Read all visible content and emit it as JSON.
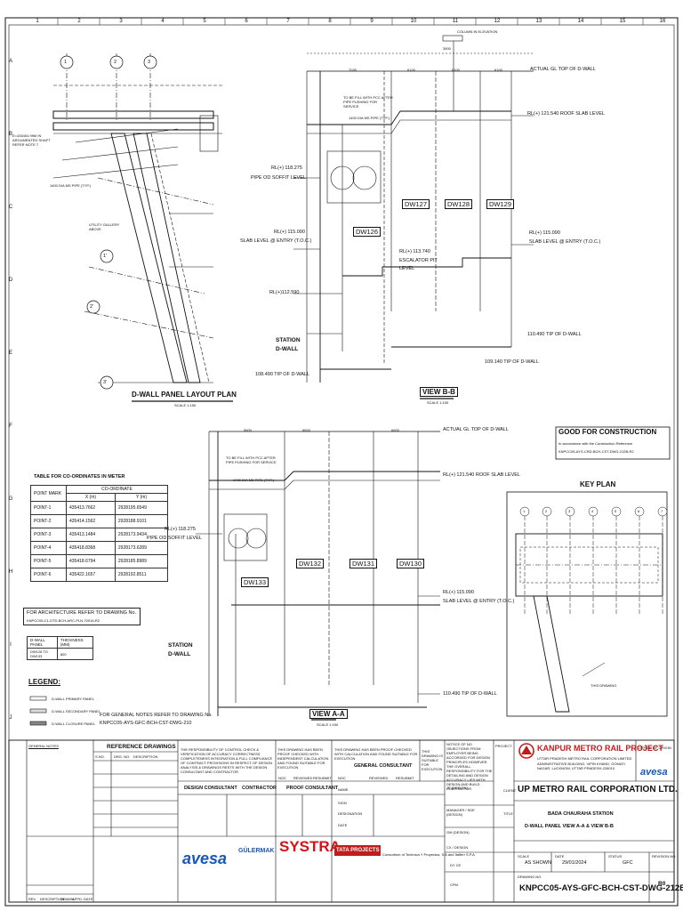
{
  "grid": {
    "columns": [
      "1",
      "2",
      "3",
      "4",
      "5",
      "6",
      "7",
      "8",
      "9",
      "10",
      "11",
      "12",
      "13",
      "14",
      "15",
      "16"
    ],
    "rows": [
      "A",
      "B",
      "C",
      "D",
      "E",
      "F",
      "G",
      "H",
      "I",
      "J"
    ]
  },
  "plan": {
    "title": "D-WALL PANEL LAYOUT PLAN",
    "scale": "SCALE 1:150",
    "grid_bubbles": [
      "1",
      "2",
      "3",
      "1'",
      "2'",
      "3'"
    ],
    "note_left": "E=435404.99M IN ARGUMENTED SHAFT REFER NOTE 7",
    "pipe_note": "1400 DIA MS PIPE (TYP.)",
    "utility_note": "UTILITY GALLERY ABOVE"
  },
  "view_bb": {
    "title": "VIEW B-B",
    "scale": "SCALE 1:150",
    "column_note": "COLUMN IN ELEVATION",
    "actual_gl": "ACTUAL GL TOP OF D-WALL",
    "roof_slab": "RL(+) 121.540 ROOF SLAB LEVEL",
    "pipe_fill_note": "TO BE FILL WITH PCC AFTER PIPE PUSHING FOR SERVICE",
    "pipe_note": "1400 DIA MS PIPE (TYP.)",
    "pipe_od_1": "RL(+) 118.275",
    "pipe_od_2": "PIPE OD SOFFIT LEVEL",
    "slab_left_1": "RL(+) 115.090",
    "slab_left_2": "SLAB LEVEL @ ENTRY (T.O.C.)",
    "slab_right_1": "RL(+) 115.090",
    "slab_right_2": "SLAB LEVEL @ ENTRY (T.O.C.)",
    "escalator_1": "RL(+) 113.740",
    "escalator_2": "ESCALATOR PIT",
    "escalator_3": "LEVEL",
    "rl_112": "RL(+)112.590",
    "station_1": "STATION",
    "station_2": "D-WALL",
    "tip_110": "110.490 TIP OF D-WALL",
    "tip_109": "109.140 TIP OF D-WALL",
    "tip_108": "108.490 TIP OF D-WALL",
    "panels": [
      "DW126",
      "DW127",
      "DW128",
      "DW129"
    ],
    "dims": [
      "7035",
      "6100",
      "6100",
      "6100",
      "3500"
    ]
  },
  "view_aa": {
    "title": "VIEW A-A",
    "scale": "SCALE 1:150",
    "actual_gl": "ACTUAL GL TOP OF D-WALL",
    "roof_slab": "RL(+) 121.540 ROOF SLAB LEVEL",
    "pipe_fill_note": "TO BE FILL WITH PCC AFTER PIPE PUSHING FOR SERVICE",
    "pipe_note": "1400 DIA MS PIPE (TYP.)",
    "pipe_od_1": "RL(+) 118.275",
    "pipe_od_2": "PIPE OD SOFFIT LEVEL",
    "slab_1": "RL(+) 115.090",
    "slab_2": "SLAB LEVEL @ ENTRY (T.O.C.)",
    "station_1": "STATION",
    "station_2": "D-WALL",
    "tip_110": "110.490 TIP OF D-WALL",
    "panels": [
      "DW133",
      "DW132",
      "DW131",
      "DW130"
    ],
    "dims": [
      "5600",
      "6600",
      "6600"
    ]
  },
  "good_for_construction": {
    "title": "GOOD FOR CONSTRUCTION",
    "line1": "In accordance with the Construction Reference",
    "line2": "KNPCC05-AYS-CRD-BCH-CST-DWG-212B-R2"
  },
  "coord_table": {
    "title": "TABLE FOR CO-ORDINATES IN METER",
    "headers": [
      "POINT MARK",
      "CO-ORDINATE",
      "X (m)",
      "Y (m)"
    ],
    "rows": [
      [
        "POINT-1",
        "435413.7662",
        "2928195.6549"
      ],
      [
        "POINT-2",
        "435414.1562",
        "2928188.9101"
      ],
      [
        "POINT-3",
        "435413.1484",
        "2928173.9434"
      ],
      [
        "POINT-4",
        "435418.8368",
        "2928173.6289"
      ],
      [
        "POINT-5",
        "435418.6794",
        "2928185.8989"
      ],
      [
        "POINT-6",
        "435422.1657",
        "2928192.8511"
      ]
    ]
  },
  "arch_ref": {
    "line1": "FOR ARCHITECTURE REFER TO DRAWING No.",
    "line2": "KNPCC05-C1-DTD-BCH-ARC-PLN-70016-R2"
  },
  "thickness_table": {
    "headers": [
      "D-WALL PANEL",
      "THICKNESS (MM)"
    ],
    "row": [
      "DW126 TO DW133",
      "800"
    ]
  },
  "legend": {
    "title": "LEGEND:",
    "items": [
      "D-WALL PRIMARY PANEL",
      "D-WALL SECONDARY PANEL",
      "D-WALL CLOSURE PANEL"
    ]
  },
  "general_notes_ref": {
    "line1": "FOR GENERAL NOTES REFER TO DRAWING No.",
    "line2": "KNPCC05-AYS-GFC-BCH-CST-DWG-210"
  },
  "key_plan": {
    "title": "KEY PLAN",
    "this_drawing": "THIS DRAWING",
    "bubbles": [
      "1",
      "2",
      "3",
      "4",
      "5",
      "6",
      "7"
    ]
  },
  "title_block": {
    "general_notes": "GENERAL NOTES",
    "reference_drawings": "REFERENCE DRAWINGS",
    "ref_cols": [
      "S.NO.",
      "DRG. NO.",
      "DESCRIPTION"
    ],
    "responsibility_text": "THE RESPONSIBILITY OF CONTROL CHECK & VERIFICATION OF ACCURACY CORRECTNESS COMPLETENESS INTEGRATION & FULL COMPLIANCE OF CONTRACT PROVISIONS IN RESPECT OF DESIGN ANALYSIS & DRAWINGS RESTS WITH THE DESIGN CONSULTANT AND CONTRACTOR",
    "proof_text": "THIS DRAWING HAS BEEN PROOF CHECKED WITH INDEPENDENT CALCULATION AND FOUND SUITABLE FOR EXECUTION",
    "gc_text": "THIS DRAWING HAS BEEN PROOF CHECKED WITH CALCULATION AND FOUND SUITABLE FOR EXECUTION",
    "gc_label": "GENERAL CONSULTANT",
    "suitable_text": "THIS DRAWING IS SUITABLE FOR EXECUTION",
    "noc_text": "NOTICE OF NO OBJECTIONS FROM EMPLOYER BEING ACCORDED FOR DESIGN PRINCIPLES HOWEVER THE OVERALL RESPONSIBILITY FOR THE DETAILING AND DESIGN ACCURACY LIES WITH DESIGN AND BUILD CONTRACTOR",
    "noc": "NOC",
    "reviewed": "REVIEWED",
    "resubmit": "RESUBMIT",
    "design_consultant": "DESIGN CONSULTANT",
    "contractor": "CONTRACTOR",
    "proof_consultant": "PROOF CONSULTANT",
    "name_label": "NAME",
    "sign_label": "SIGN",
    "designation_label": "DESIGNATION",
    "date_label": "DATE",
    "rev_cols": [
      "REV",
      "DESCRIPTION",
      "DRAWN",
      "APPD.",
      "DATE"
    ],
    "logo_avesa": "avesa",
    "logo_gulermak": "GÜLERMAK",
    "logo_systra": "SYSTRA",
    "logo_tpl": "TATA PROJECTS",
    "consortium_text": "Consortium of Technica Y Proyectos, S.A and Italferr S.P.A",
    "project_label": "PROJECT",
    "project_name": "KANPUR METRO RAIL PROJECT",
    "project_org": "UTTAR PRADESH METRO RAIL CORPORATION LIMITED",
    "project_addr": "ADMINISTRATIVE BUILDING, VIPIN KHAND, GOMATI NAGAR, LUCKNOW, UTTAR PRADESH-226010",
    "office_of_origin": "OFFICE OF ORIGIN",
    "client_label": "CLIENT",
    "client_name": "UP METRO RAIL CORPORATION LTD.",
    "title_label": "TITLE",
    "title_1": "BADA CHAURAHA STATION",
    "title_2": "D-WALL PANEL VIEW A-A & VIEW B-B",
    "scale_label": "SCALE",
    "scale_value": "AS SHOWN",
    "date_label2": "DATE",
    "date_value": "29/01/2024",
    "status_label": "STATUS",
    "status_value": "GFC",
    "rev_label": "REVISION NO.",
    "rev_value": "R0",
    "drawing_no_label": "DRAWING NO.",
    "drawing_no": "KNPCC05-AYS-GFC-BCH-CST-DWG-212B",
    "roles": [
      "JE (DESIGN)",
      "MANAGER / SDE (DESIGN)",
      "GM (DESIGN)"
    ],
    "cx_design": "CX / DESIGN",
    "dy_ce": "DY CE",
    "cpm": "CPM",
    "logo_right": "avesa"
  },
  "colors": {
    "line": "#111111",
    "red": "#c21b1b",
    "blue": "#1a57b8"
  }
}
